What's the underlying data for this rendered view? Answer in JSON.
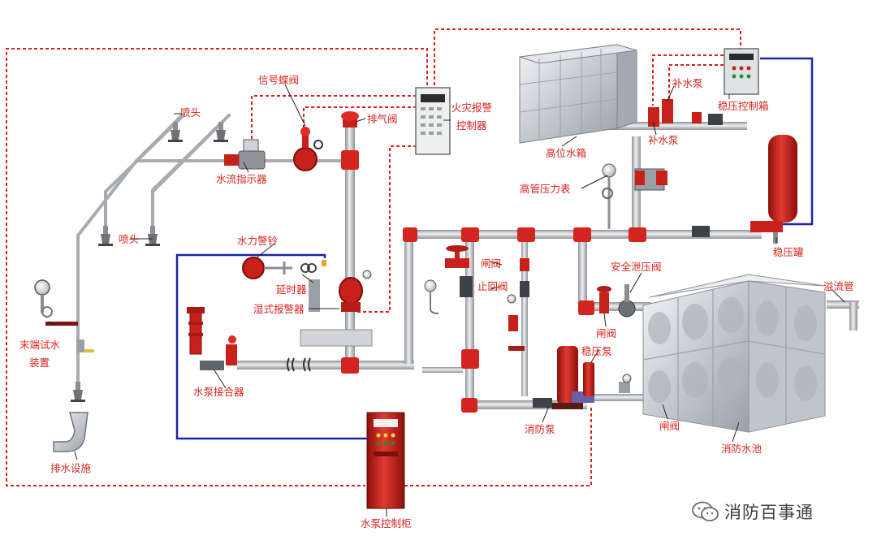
{
  "labels": {
    "sprinkler_head_top": "喷头",
    "sprinkler_head_bottom": "喷头",
    "signal_butterfly_valve": "信号蝶阀",
    "water_flow_indicator": "水流指示器",
    "exhaust_valve": "排气阀",
    "fire_alarm_controller_line1": "火灾报警",
    "fire_alarm_controller_line2": "控制器",
    "high_tank": "高位水箱",
    "make_up_pump_top": "补水泵",
    "make_up_pump_bottom": "补水泵",
    "pressure_control_box": "稳压控制箱",
    "high_pipe_gauge": "高管压力表",
    "pressure_tank": "稳压罐",
    "water_gong": "水力警铃",
    "retard_chamber": "延时器",
    "wet_alarm_valve": "湿式报警器",
    "end_test_line1": "末端试水",
    "end_test_line2": "装置",
    "drain_facility": "排水设施",
    "gate_valve_1": "闸阀",
    "check_valve": "止回阀",
    "safety_relief_valve": "安全泄压阀",
    "overflow_pipe": "溢流管",
    "gate_valve_2": "闸阀",
    "jockey_pump": "稳压泵",
    "gate_valve_3": "闸阀",
    "pump_connector": "水泵接合器",
    "fire_pump": "消防泵",
    "fire_pool": "消防水池",
    "pump_control_cabinet": "水泵控制柜"
  },
  "watermark": {
    "text": "消防百事通"
  },
  "colors": {
    "label": "#d8231e",
    "signal_line": "#d8231e",
    "control_line": "#1b23a8",
    "pipe": "#c7c9cc",
    "valve": "#d3241f"
  }
}
